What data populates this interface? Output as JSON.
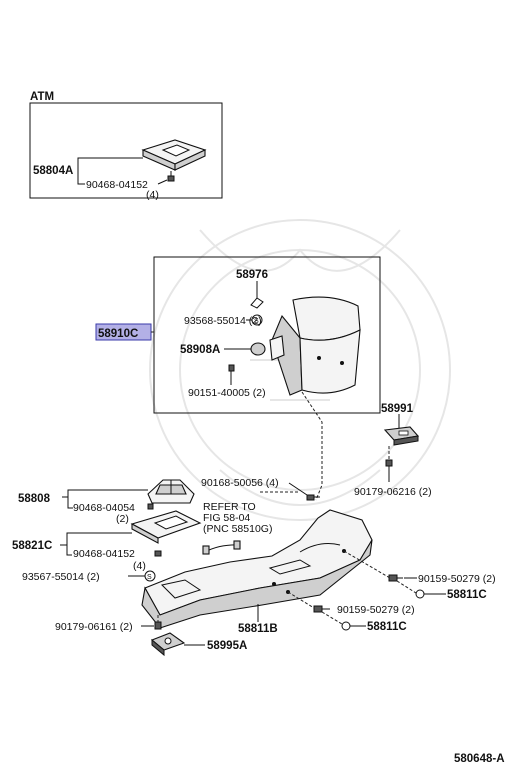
{
  "labels": {
    "atm": "ATM",
    "p58804A": "58804A",
    "p90468_04152_top": "90468-04152",
    "qty_top": "(4)",
    "p58976": "58976",
    "p93568_55014": "93568-55014 (2)",
    "p58910C": "58910C",
    "p58908A": "58908A",
    "p90151_40005": "90151-40005 (2)",
    "p58991": "58991",
    "p90179_06216": "90179-06216 (2)",
    "p90168_50056": "90168-50056 (4)",
    "p58808": "58808",
    "p90468_04054": "90468-04054",
    "qty_2": "(2)",
    "refer_line1": "REFER TO",
    "refer_line2": "FIG 58-04",
    "refer_line3": "(PNC 58510G)",
    "p58821C": "58821C",
    "p90468_04152_mid": "90468-04152",
    "qty_4": "(4)",
    "p93567_55014": "93567-55014 (2)",
    "p90159_50279_a": "90159-50279 (2)",
    "p58811C_a": "58811C",
    "p90159_50279_b": "90159-50279 (2)",
    "p58811C_b": "58811C",
    "p90179_06161": "90179-06161 (2)",
    "p58811B": "58811B",
    "p58995A": "58995A",
    "figure_id": "580648-A"
  },
  "colors": {
    "highlight_fill": "#b3b0e6",
    "highlight_border": "#3a3aa8",
    "line": "#111111"
  }
}
